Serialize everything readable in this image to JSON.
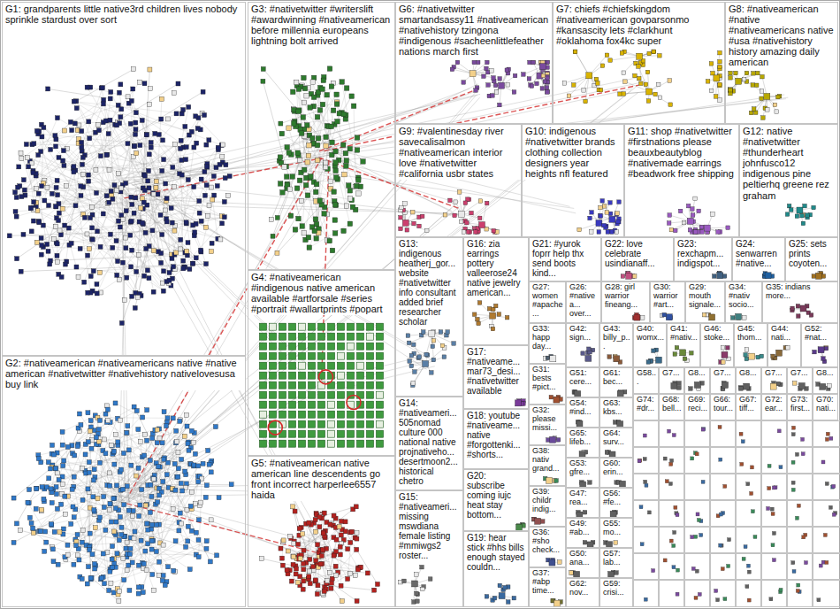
{
  "diagram": {
    "nodes": [
      {
        "text": [
          "G1: grandparents little native3rd children lives nobody sprinkle stardust over sort"
        ]
      },
      {
        "text": [
          "G2: #nativeamerican #nativeamericans native #native american #nativetwitter #nativehistory nativelovesusa buy link"
        ]
      },
      {
        "text": [
          "G3: #nativetwitter #writerslift #awardwinning #nativeamerican before millennia europeans lightning bolt arrived"
        ]
      },
      {
        "text": [
          "G4: #nativeamerican #indigenous native american available #artforsale #series #portrait #wallartprints #popart"
        ]
      },
      {
        "text": [
          "G5: #nativeamerican native american line descendents go front incorrect harperlee6557 haida"
        ]
      },
      {
        "text": [
          "G6: #nativetwitter smartandsassy11 #nativeamerican #nativehistory tzingona #indigenous #sacheenlittlefeather nations march first"
        ]
      },
      {
        "text": [
          "G7: chiefs #chiefskingdom #nativeamerican govparsonmo #kansascity lets #clarkhunt #oklahoma fox4kc super"
        ]
      },
      {
        "text": [
          "G8: #nativeamerican #native #nativeamericans native #usa #nativehistory history amazing daily american"
        ]
      },
      {
        "text": [
          "G9: #valentinesday river savecalisalmon #nativeamerican interior love #nativetwitter #california usbr states"
        ]
      },
      {
        "text": [
          "G10: indigenous #nativetwitter brands clothing collection designers year heights nfl featured"
        ]
      },
      {
        "text": [
          "G11: shop #nativetwitter #firstnations please beauxbeautyblog #nativemade earrings #beadwork free shipping"
        ]
      },
      {
        "text": [
          "G12: native #nativetwitter #thunderheart johnfusco12 indigenous pine peltierhq greene rez graham"
        ]
      },
      {
        "text": [
          "G13: indigenous heatherj_gor... website #nativetwitter info consultant added brief researcher scholar"
        ]
      },
      {
        "text": [
          "G14: #nativeameri... 505nomad culture 000 national native projnativeho... desertmoon2... historical chetro"
        ]
      },
      {
        "text": [
          "G15: #nativeameri... missing mswdiana female listing #mmiwgs2 roster..."
        ]
      },
      {
        "text": [
          "G16: zia earrings pottery valleerose24 native jewelry american..."
        ]
      },
      {
        "text": [
          "G17: #nativeame... mar73_desi... #nativetwitter available"
        ]
      },
      {
        "text": [
          "G18: youtube #nativeame... native #forgottenki... #shorts..."
        ]
      },
      {
        "text": [
          "G20: subscribe coming iujc heat stay bottom..."
        ]
      },
      {
        "text": [
          "G19: hear stick #hhs bills enough stayed couldn..."
        ]
      },
      {
        "text": [
          "G21: #yurok foprr help thx send boots kind..."
        ]
      },
      {
        "text": [
          "G22: love celebrate usindianaff..."
        ]
      },
      {
        "text": [
          "G23: rexchapm... indigspot..."
        ]
      },
      {
        "text": [
          "G24: senwarren #native..."
        ]
      },
      {
        "text": [
          "G25: sets prints coyoten..."
        ]
      },
      {
        "text": [
          "G27: women #apache..."
        ]
      },
      {
        "text": [
          "G26: #nativea... over..."
        ]
      },
      {
        "text": [
          "G28: girl warrior fineang..."
        ]
      },
      {
        "text": [
          "G30: warrior #art..."
        ]
      },
      {
        "text": [
          "G29: mouth signale..."
        ]
      },
      {
        "text": [
          "G34: #nativ socio..."
        ]
      },
      {
        "text": [
          "G35: indians more..."
        ]
      },
      {
        "text": [
          "G33: happ day..."
        ]
      },
      {
        "text": [
          "G31: bests #pict..."
        ]
      },
      {
        "text": [
          "G32: please missi..."
        ]
      },
      {
        "text": [
          "G38: nativ grand..."
        ]
      },
      {
        "text": [
          "G39: childr indig..."
        ]
      },
      {
        "text": [
          "G36: #sho check..."
        ]
      },
      {
        "text": [
          "G37: #abp time..."
        ]
      },
      {
        "text": [
          "G42: sign..."
        ]
      },
      {
        "text": [
          "G43: billy_p..."
        ]
      },
      {
        "text": [
          "G40: womx..."
        ]
      },
      {
        "text": [
          "G41: #nativ..."
        ]
      },
      {
        "text": [
          "G46: stoke..."
        ]
      },
      {
        "text": [
          "G45: thom..."
        ]
      },
      {
        "text": [
          "G44: nati..."
        ]
      },
      {
        "text": [
          "G52: #nat..."
        ]
      },
      {
        "text": [
          "G51: cere..."
        ]
      },
      {
        "text": [
          "G54: #ind..."
        ]
      },
      {
        "text": [
          "G65: lifeb..."
        ]
      },
      {
        "text": [
          "G53: gfre..."
        ]
      },
      {
        "text": [
          "G47: rea..."
        ]
      },
      {
        "text": [
          "G49: #ab..."
        ]
      },
      {
        "text": [
          "G50: ana..."
        ]
      },
      {
        "text": [
          "G62: nov..."
        ]
      },
      {
        "text": [
          "G61: bec..."
        ]
      },
      {
        "text": [
          "G63: kbs..."
        ]
      },
      {
        "text": [
          "G64: surv..."
        ]
      },
      {
        "text": [
          "G60: erin..."
        ]
      },
      {
        "text": [
          "G56: #fe..."
        ]
      },
      {
        "text": [
          "G55: mo..."
        ]
      },
      {
        "text": [
          "G57: lab..."
        ]
      },
      {
        "text": [
          "G59: crisi..."
        ]
      },
      {
        "text": [
          "G58..."
        ]
      },
      {
        "text": [
          "G7..."
        ]
      },
      {
        "text": [
          "G8..."
        ]
      },
      {
        "text": [
          "G7..."
        ]
      },
      {
        "text": [
          "G8..."
        ]
      },
      {
        "text": [
          "G7..."
        ]
      },
      {
        "text": [
          "G7..."
        ]
      },
      {
        "text": [
          "G8..."
        ]
      },
      {
        "text": [
          "G74: #dr..."
        ]
      },
      {
        "text": [
          "G68: bell..."
        ]
      },
      {
        "text": [
          "G69: reci..."
        ]
      },
      {
        "text": [
          "G66: tour..."
        ]
      },
      {
        "text": [
          "G67: tiff..."
        ]
      },
      {
        "text": [
          "G72: ear..."
        ]
      },
      {
        "text": [
          "G73: first..."
        ]
      },
      {
        "text": [
          "G70: nati..."
        ]
      }
    ]
  }
}
